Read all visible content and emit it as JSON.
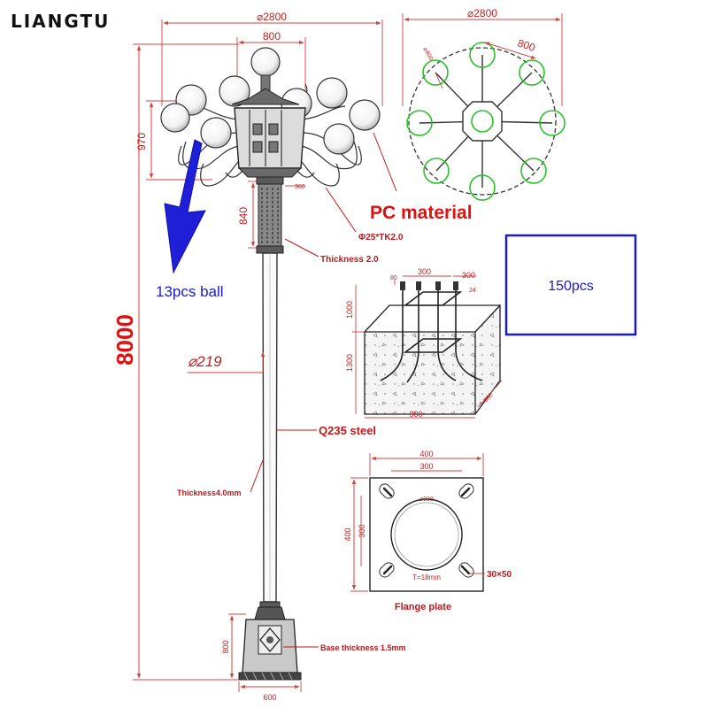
{
  "brand": "LIANGTU",
  "dimensions": {
    "top_width": "⌀2800",
    "top_inner_width": "800",
    "lamp_height": "970",
    "head_height": "840",
    "small_360": "360",
    "total_height": "8000",
    "pole_diameter": "⌀219",
    "base_height": "800",
    "base_width": "600"
  },
  "plan_view": {
    "diameter": "⌀2800",
    "inner": "800",
    "radius": "⌀400"
  },
  "foundation": {
    "top_300": "300",
    "right_300": "300",
    "bolt_80": "80",
    "bolt_24": "24",
    "depth_1000": "1000",
    "depth_1300": "1300",
    "width": "900",
    "depth_side": "900"
  },
  "flange": {
    "outer_width": "400",
    "hole_spacing": "300",
    "pole_hole": "⌀219",
    "side_400": "400",
    "side_300": "300",
    "thickness": "T=18mm",
    "slot": "30×50",
    "caption": "Flange plate"
  },
  "callouts": {
    "pc_material": "PC material",
    "arm_spec": "Φ25*TK2.0",
    "thickness_top": "Thickness 2.0",
    "ball_count": "13pcs ball",
    "steel": "Q235 steel",
    "pole_thickness": "Thickness4.0mm",
    "base_thickness": "Base thickness  1.5mm"
  },
  "box": {
    "label": "150pcs"
  },
  "colors": {
    "dimension": "#d04040",
    "highlight_red": "#e01010",
    "blue": "#1a1acc",
    "green": "#29c12a",
    "line": "#333333"
  }
}
